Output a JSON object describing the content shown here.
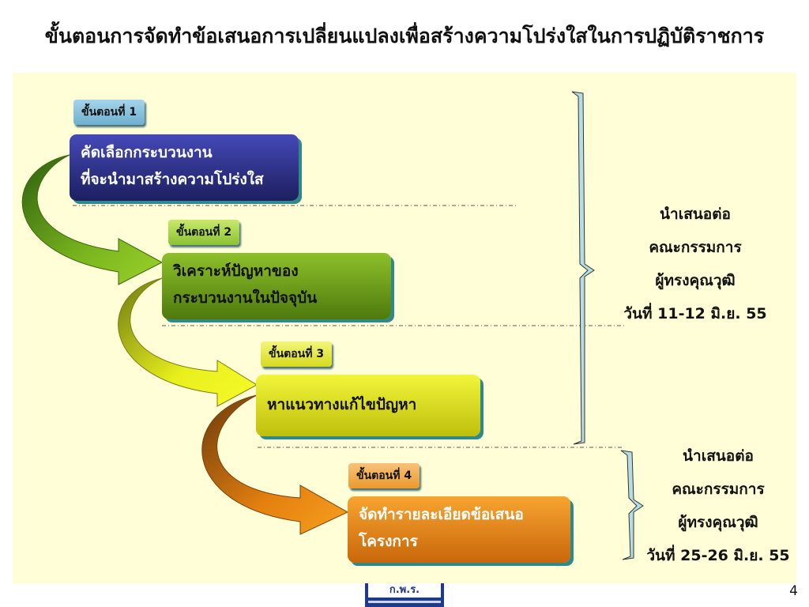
{
  "title": "ขั้นตอนการจัดทำข้อเสนอการเปลี่ยนแปลงเพื่อสร้างความโปร่งใสในการปฏิบัติราชการ",
  "steps": [
    {
      "tag": "ขั้นตอนที่ 1",
      "lines": [
        "คัดเลือกกระบวนงาน",
        "ที่จะนำมาสร้างความโปร่งใส"
      ]
    },
    {
      "tag": "ขั้นตอนที่ 2",
      "lines": [
        "วิเคราะห์ปัญหาของ",
        "กระบวนงานในปัจจุบัน"
      ]
    },
    {
      "tag": "ขั้นตอนที่ 3",
      "lines": [
        "หาแนวทางแก้ไขปัญหา"
      ]
    },
    {
      "tag": "ขั้นตอนที่ 4",
      "lines": [
        "จัดทำรายละเอียดข้อเสนอ",
        "โครงการ"
      ]
    }
  ],
  "notes": [
    {
      "lines": [
        "นำเสนอต่อ",
        "คณะกรรมการ",
        "ผู้ทรงคุณวุฒิ"
      ],
      "date": "วันที่ 11-12 มิ.ย. 55"
    },
    {
      "lines": [
        "นำเสนอต่อ",
        "คณะกรรมการ",
        "ผู้ทรงคุณวุฒิ"
      ],
      "date": "วันที่ 25-26 มิ.ย. 55"
    }
  ],
  "logo_text": "ก.พ.ร.",
  "page_number": "4",
  "colors": {
    "panel": "#fffed6",
    "step1_box": "#2b2f86",
    "step2_box": "#6e9e1a",
    "step3_box": "#dde019",
    "step4_box": "#e8850c",
    "bracket": "#b7dde4"
  }
}
